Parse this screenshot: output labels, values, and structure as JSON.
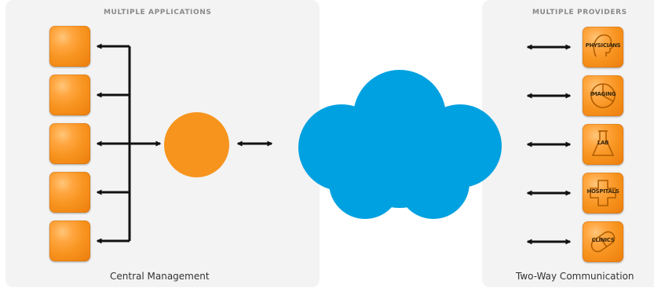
{
  "left_panel": {
    "heading": "MULTIPLE APPLICATIONS",
    "caption": "Central Management",
    "application_count": 5
  },
  "right_panel": {
    "heading": "MULTIPLE PROVIDERS",
    "caption": "Two-Way Communication",
    "providers": [
      {
        "label": "PHYSICIANS",
        "icon": "physician-head-icon"
      },
      {
        "label": "IMAGING",
        "icon": "imaging-pie-icon"
      },
      {
        "label": "LAB",
        "icon": "lab-flask-icon"
      },
      {
        "label": "HOSPITALS",
        "icon": "hospital-cross-icon"
      },
      {
        "label": "CLINICS",
        "icon": "clinic-pill-icon"
      }
    ]
  },
  "colors": {
    "tile_orange": "#f7931e",
    "hub_orange": "#f7941d",
    "cloud_blue": "#00a1e0",
    "arrow_black": "#111111",
    "panel_gray": "#f3f3f3",
    "heading_gray": "#8a8a8a"
  }
}
